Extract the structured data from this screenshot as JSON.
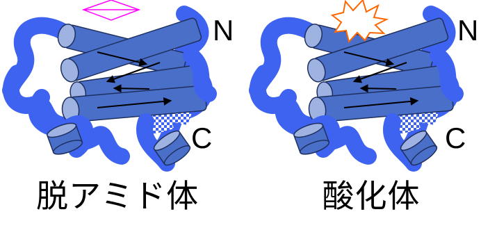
{
  "colors": {
    "ribbon": "#3d63f0",
    "cylinder": "#4a6fc8",
    "cylinder_cap": "#9fb3e3",
    "cylinder_edge": "#1e2f5e",
    "arrow": "#000000",
    "deamidation_mark": "#ff00ff",
    "oxidation_mark": "#ff6600",
    "oxidation_fill": "#ffffff",
    "beta_sheet": "#3d63f0"
  },
  "panels": [
    {
      "id": "deamidated",
      "mark_icon": "diamond-icon",
      "n_label": "N",
      "c_label": "C",
      "caption": "脱アミド体"
    },
    {
      "id": "oxidized",
      "mark_icon": "starburst-icon",
      "n_label": "N",
      "c_label": "C",
      "caption": "酸化体"
    }
  ]
}
